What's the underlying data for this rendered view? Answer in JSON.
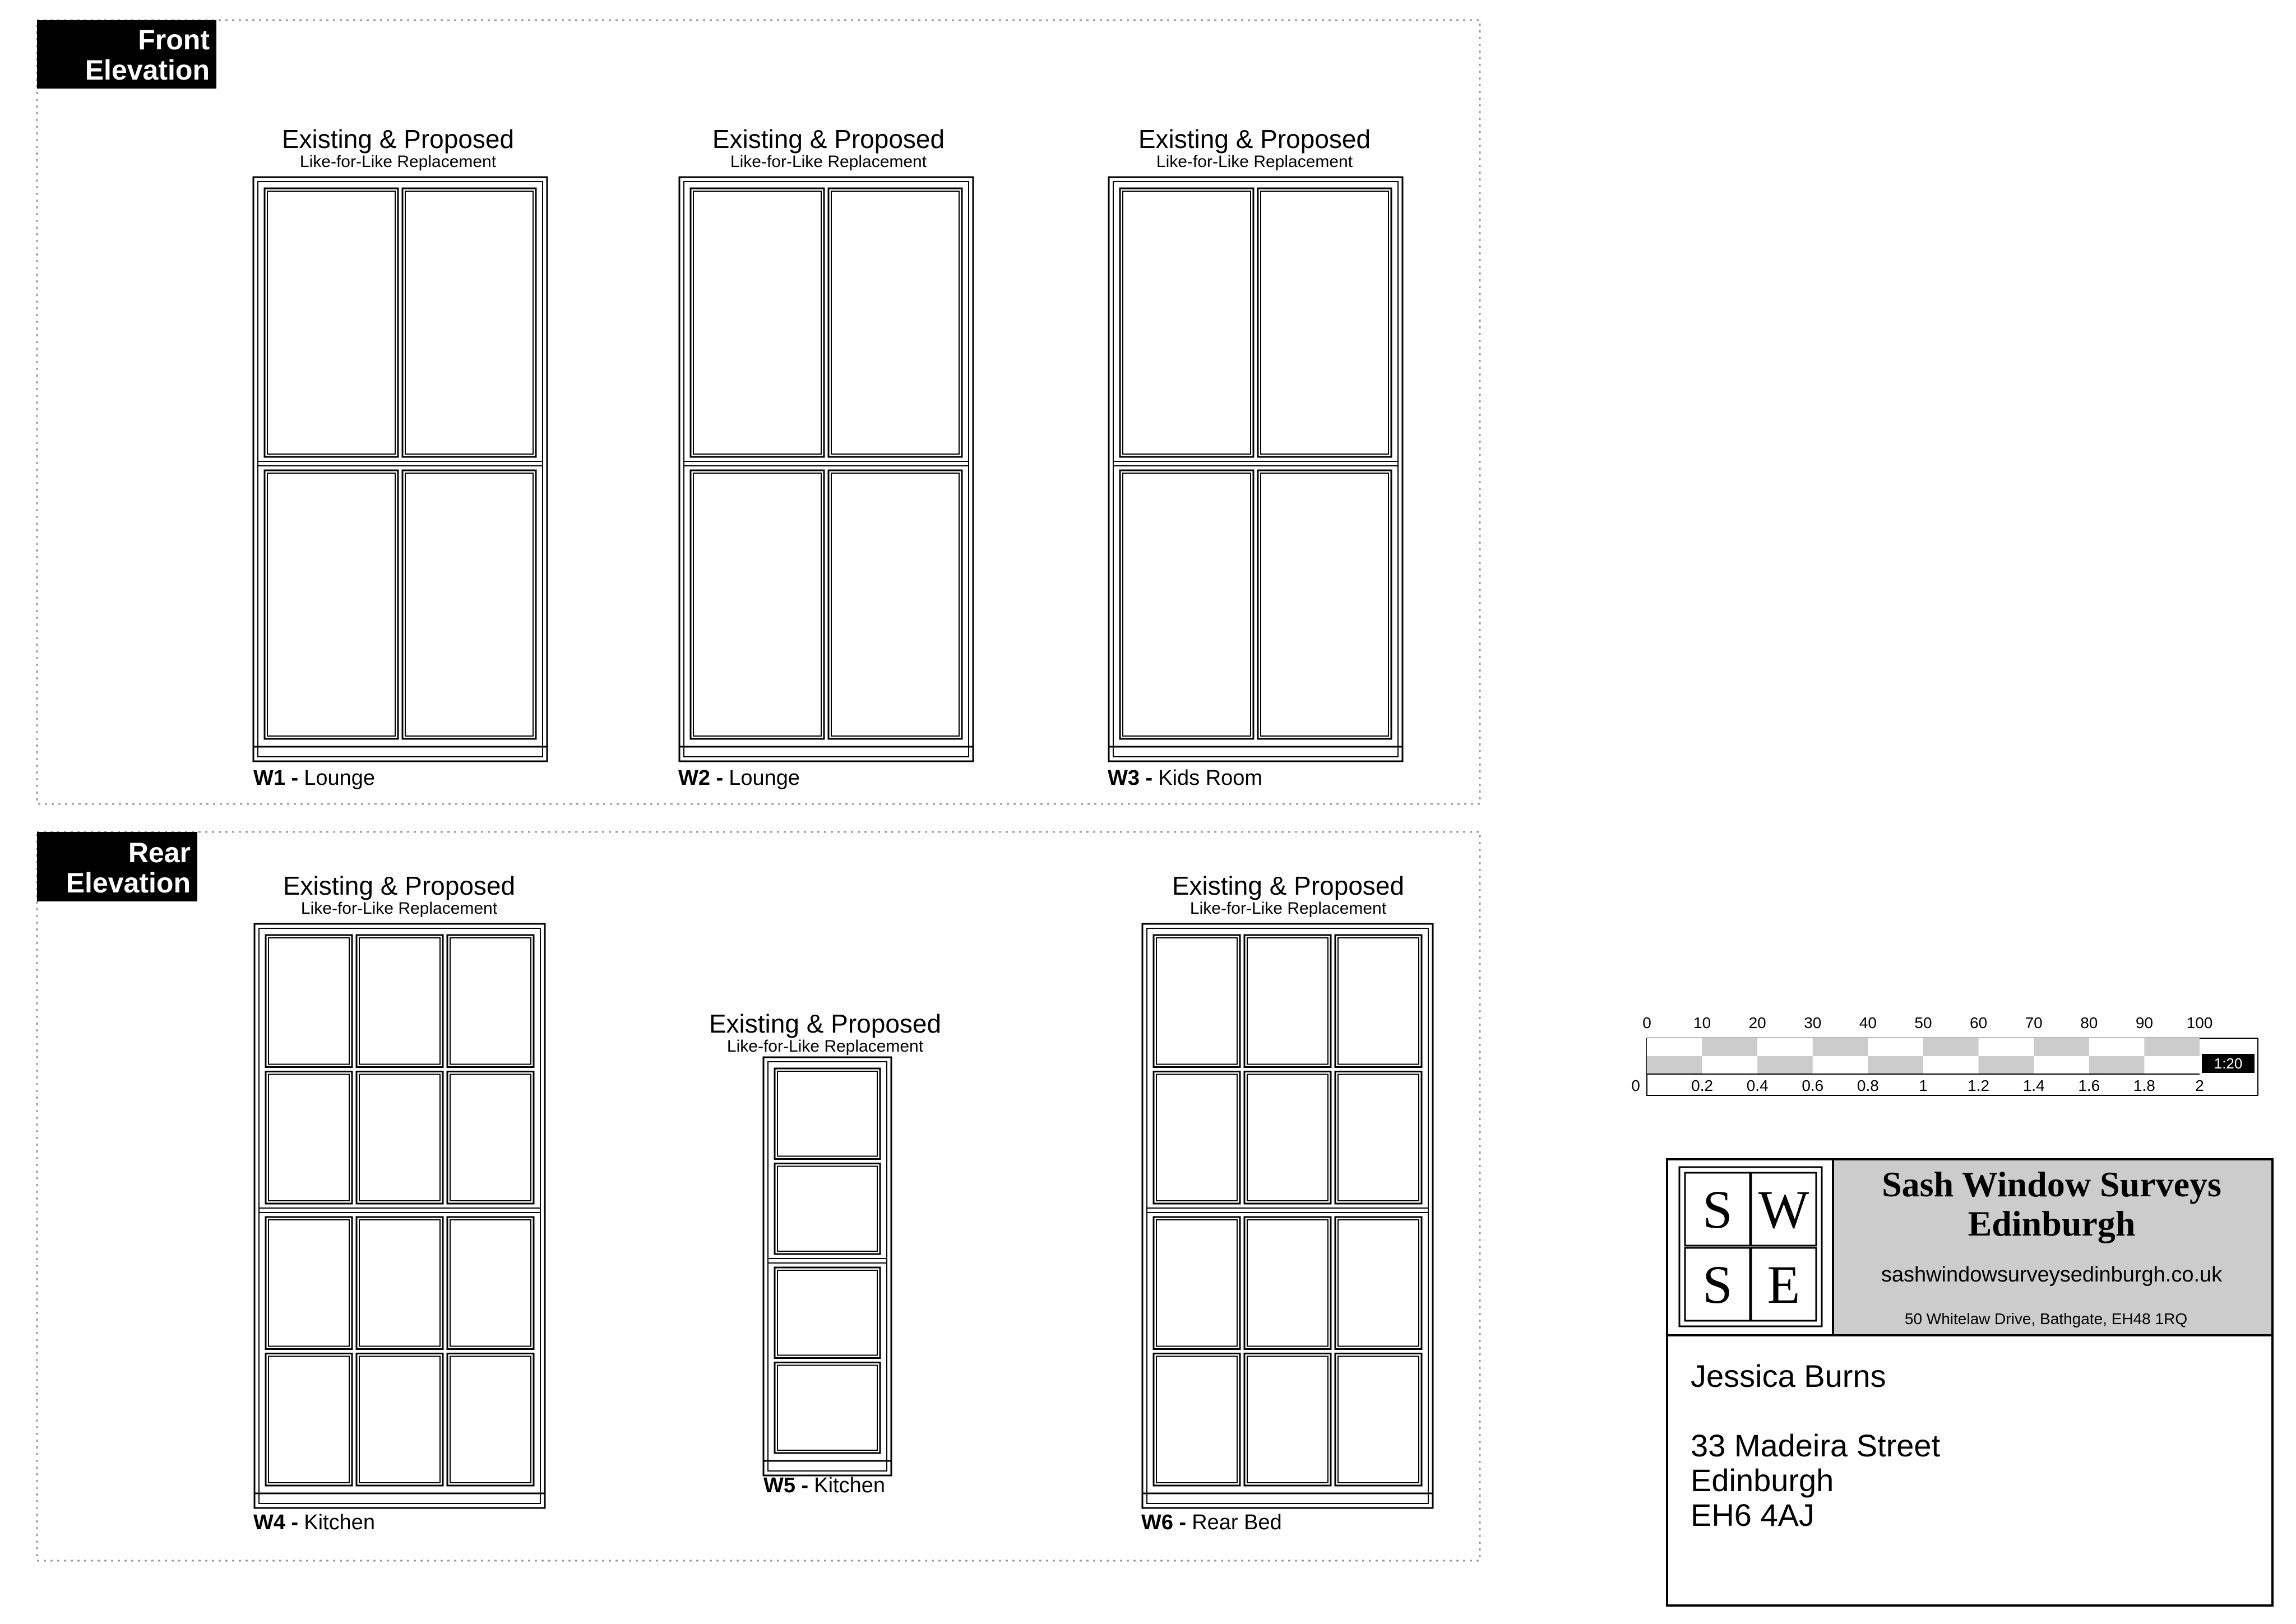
{
  "elevations": [
    {
      "id": "front",
      "title_line1": "Front",
      "title_line2": "Elevation"
    },
    {
      "id": "rear",
      "title_line1": "Rear",
      "title_line2": "Elevation"
    }
  ],
  "windows": [
    {
      "code": "W1 -",
      "room": "Lounge",
      "heading": "Existing & Proposed",
      "subheading": "Like-for-Like Replacement",
      "panes_per_sash": {
        "cols": 2,
        "rows": 1
      }
    },
    {
      "code": "W2 -",
      "room": "Lounge",
      "heading": "Existing & Proposed",
      "subheading": "Like-for-Like Replacement",
      "panes_per_sash": {
        "cols": 2,
        "rows": 1
      }
    },
    {
      "code": "W3 -",
      "room": "Kids Room",
      "heading": "Existing & Proposed",
      "subheading": "Like-for-Like Replacement",
      "panes_per_sash": {
        "cols": 2,
        "rows": 1
      }
    },
    {
      "code": "W4 -",
      "room": "Kitchen",
      "heading": "Existing & Proposed",
      "subheading": "Like-for-Like Replacement",
      "panes_per_sash": {
        "cols": 3,
        "rows": 2
      }
    },
    {
      "code": "W5 -",
      "room": "Kitchen",
      "heading": "Existing & Proposed",
      "subheading": "Like-for-Like Replacement",
      "panes_per_sash": {
        "cols": 1,
        "rows": 2
      }
    },
    {
      "code": "W6 -",
      "room": "Rear Bed",
      "heading": "Existing & Proposed",
      "subheading": "Like-for-Like Replacement",
      "panes_per_sash": {
        "cols": 3,
        "rows": 2
      }
    }
  ],
  "scale_bar": {
    "top_labels": [
      "0",
      "10",
      "20",
      "30",
      "40",
      "50",
      "60",
      "70",
      "80",
      "90",
      "100"
    ],
    "bottom_labels": [
      "0",
      "0.2",
      "0.4",
      "0.6",
      "0.8",
      "1",
      "1.2",
      "1.4",
      "1.6",
      "1.8",
      "2"
    ],
    "ratio": "1:20"
  },
  "title_block": {
    "logo_letters": [
      "S",
      "W",
      "S",
      "E"
    ],
    "company_line1": "Sash Window Surveys",
    "company_line2": "Edinburgh",
    "website": "sashwindowsurveysedinburgh.co.uk",
    "company_address": "50 Whitelaw Drive, Bathgate, EH48 1RQ",
    "client_name": "Jessica Burns",
    "client_address": [
      "33 Madeira Street",
      "Edinburgh",
      "EH6 4AJ"
    ],
    "panel_color": "#cccccc"
  }
}
